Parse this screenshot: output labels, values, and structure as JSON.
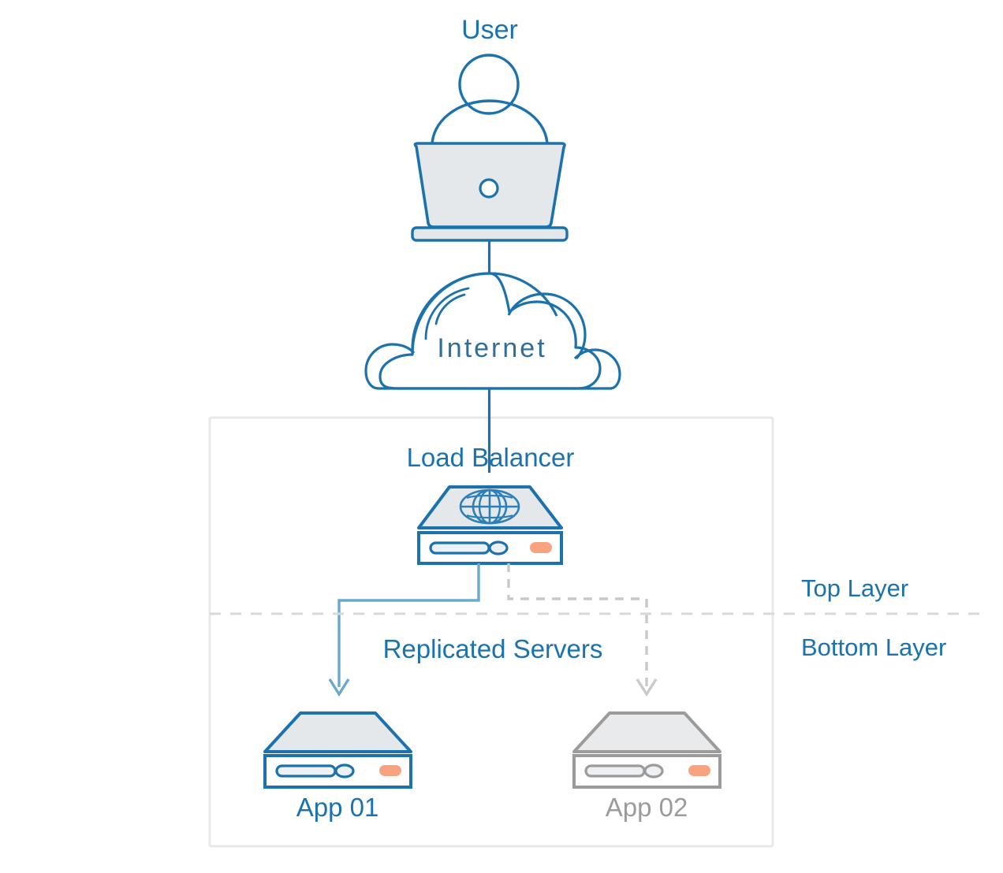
{
  "diagram": {
    "title_nodes": {
      "user": "User",
      "internet": "Internet",
      "load_balancer": "Load Balancer",
      "replicated_servers": "Replicated Servers",
      "app01": "App 01",
      "app02": "App 02"
    },
    "layers": {
      "top": "Top Layer",
      "bottom": "Bottom Layer"
    },
    "icons": {
      "user": "user-laptop-icon",
      "internet": "cloud-icon",
      "load_balancer": "server-globe-icon",
      "app01": "server-icon",
      "app02": "server-icon"
    },
    "colors": {
      "primary_blue": "#1b72ac",
      "line_blue": "#6aa8cc",
      "gray": "#9b9b9b",
      "dashed_gray": "#c9c9c9",
      "panel_border": "#e8e8e8",
      "device_fill": "#e4e8eb",
      "accent_orange": "#f8a380"
    },
    "connections": [
      {
        "from": "user",
        "to": "internet",
        "style": "solid-blue"
      },
      {
        "from": "internet",
        "to": "load_balancer",
        "style": "solid-blue"
      },
      {
        "from": "load_balancer",
        "to": "app01",
        "style": "solid-blue-arrow"
      },
      {
        "from": "load_balancer",
        "to": "app02",
        "style": "dashed-gray-arrow"
      }
    ]
  }
}
